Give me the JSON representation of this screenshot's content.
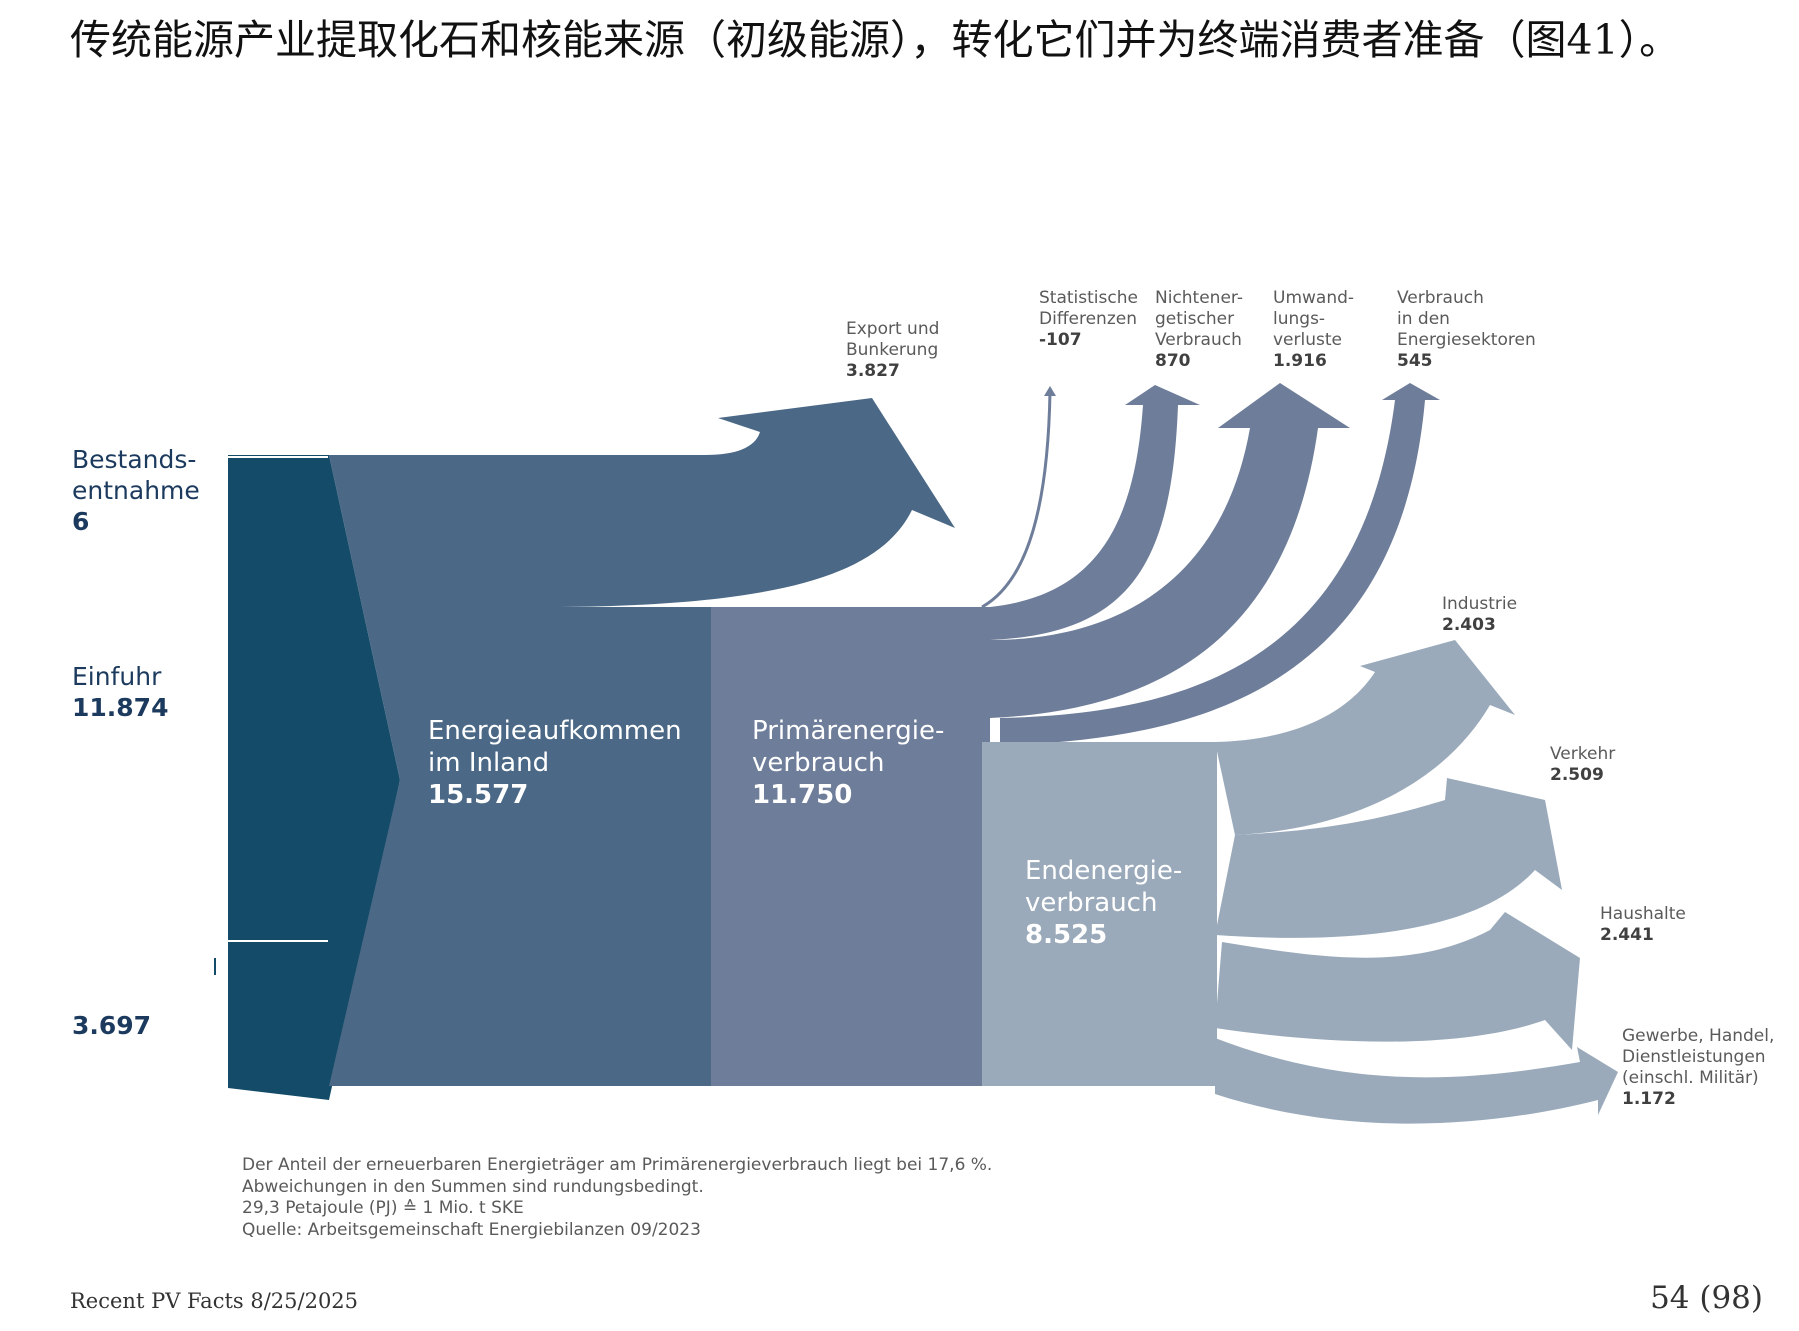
{
  "heading": "传统能源产业提取化石和核能来源（初级能源），转化它们并为终端消费者准备（图41）。",
  "colors": {
    "source": "#134b68",
    "inland": "#4b6986",
    "primary": "#6e7d99",
    "final": "#9aaaba"
  },
  "diagram": {
    "sources": [
      {
        "name": "Bestands-\nentnahme",
        "value": "6"
      },
      {
        "name": "Einfuhr",
        "value": "11.874"
      },
      {
        "name": "",
        "value": "3.697"
      }
    ],
    "nodes": {
      "inland": {
        "name": "Energieaufkommen\nim Inland",
        "value": "15.577"
      },
      "primary": {
        "name": "Primärenergie-\nverbrauch",
        "value": "11.750"
      },
      "final": {
        "name": "Endenergie-\nverbrauch",
        "value": "8.525"
      }
    },
    "export": {
      "name": "Export und\nBunkerung",
      "value": "3.827"
    },
    "losses": [
      {
        "name": "Statistische\nDifferenzen",
        "value": "-107"
      },
      {
        "name": "Nichtener-\ngetischer\nVerbrauch",
        "value": "870"
      },
      {
        "name": "Umwand-\nlungs-\nverluste",
        "value": "1.916"
      },
      {
        "name": "Verbrauch\nin den\nEnergiesektoren",
        "value": "545"
      }
    ],
    "sectors": [
      {
        "name": "Industrie",
        "value": "2.403"
      },
      {
        "name": "Verkehr",
        "value": "2.509"
      },
      {
        "name": "Haushalte",
        "value": "2.441"
      },
      {
        "name": "Gewerbe, Handel,\nDienstleistungen\n(einschl. Militär)",
        "value": "1.172"
      }
    ]
  },
  "notes": [
    "Der Anteil der erneuerbaren Energieträger am Primärenergieverbrauch liegt bei 17,6 %.",
    "Abweichungen in den Summen sind rundungsbedingt.",
    "29,3 Petajoule (PJ) ≙ 1 Mio. t SKE",
    "Quelle: Arbeitsgemeinschaft Energiebilanzen 09/2023"
  ],
  "footer": {
    "left": "Recent PV Facts 8/25/2025",
    "right": "54 (98)"
  }
}
